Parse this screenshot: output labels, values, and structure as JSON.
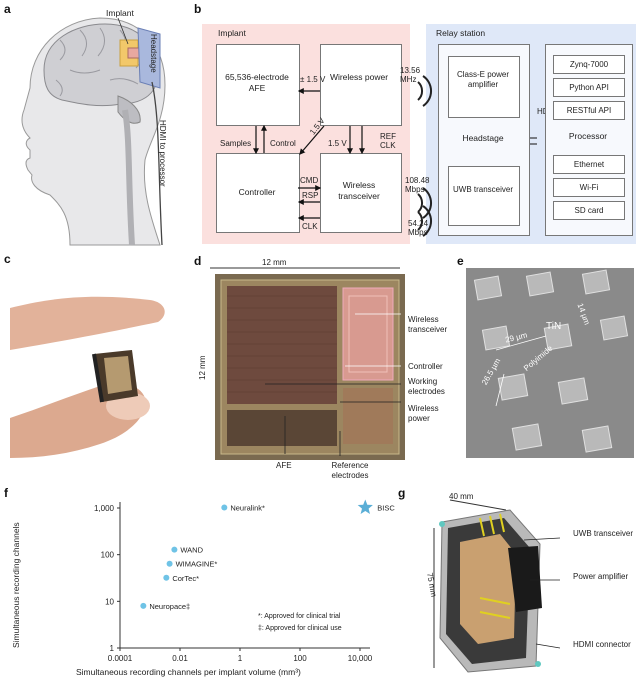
{
  "panels": {
    "a": "a",
    "b": "b",
    "c": "c",
    "d": "d",
    "e": "e",
    "f": "f",
    "g": "g"
  },
  "panel_a": {
    "implant": "Implant",
    "headstage": "Headstage",
    "hdmi": "HDMI to processor"
  },
  "panel_b": {
    "implant_title": "Implant",
    "relay_title": "Relay station",
    "afe": "65,536-electrode AFE",
    "wireless_power": "Wireless power",
    "controller": "Controller",
    "wireless_transceiver": "Wireless transceiver",
    "v15_a": "± 1.5 V",
    "v15_b": "1.5 V",
    "v15_c": "1.5 V",
    "samples": "Samples",
    "control": "Control",
    "ref_clk": "REF CLK",
    "cmd": "CMD",
    "rsp": "RSP",
    "clk": "CLK",
    "freq1": "13.56 MHz",
    "freq2": "108.48 Mbps",
    "freq3": "54.24 Mbps",
    "class_e": "Class-E power amplifier",
    "headstage": "Headstage",
    "uwb": "UWB transceiver",
    "hdmi": "HDMI",
    "zynq": "Zynq-7000",
    "python": "Python API",
    "restful": "RESTful API",
    "processor": "Processor",
    "ethernet": "Ethernet",
    "wifi": "Wi-Fi",
    "sdcard": "SD card"
  },
  "panel_d": {
    "width": "12 mm",
    "height": "12 mm",
    "wireless_transceiver": "Wireless transceiver",
    "controller": "Controller",
    "working_electrodes": "Working electrodes",
    "wireless_power": "Wireless power",
    "afe": "AFE",
    "reference_electrodes": "Reference electrodes"
  },
  "panel_e": {
    "tin": "TiN",
    "m29": "29 µm",
    "m14": "14 µm",
    "m265": "26.5 µm",
    "polyimide": "Polyimide"
  },
  "chart_data": {
    "type": "scatter",
    "xlabel": "Simultaneous recording channels per implant volume (mm³)",
    "ylabel": "Simultaneous recording channels",
    "x_scale": "log",
    "y_scale": "log",
    "xlim": [
      0.0001,
      10000
    ],
    "ylim": [
      1,
      1000
    ],
    "xticks": [
      "0.0001",
      "0.01",
      "1",
      "100",
      "10,000"
    ],
    "yticks": [
      "1",
      "10",
      "100",
      "1,000"
    ],
    "points": [
      {
        "label": "Neuralink*",
        "x": 0.3,
        "y": 1024
      },
      {
        "label": "BISC",
        "x": 15000,
        "y": 1024,
        "marker": "star"
      },
      {
        "label": "WAND",
        "x": 0.0065,
        "y": 128
      },
      {
        "label": "WIMAGINE*",
        "x": 0.0045,
        "y": 64
      },
      {
        "label": "CorTec*",
        "x": 0.0035,
        "y": 32
      },
      {
        "label": "Neuropace‡",
        "x": 0.0006,
        "y": 8
      }
    ],
    "legend": [
      "*: Approved for clinical trial",
      "‡: Approved for clinical use"
    ],
    "colors": {
      "point": "#6fc3e6",
      "star": "#5aaed6"
    }
  },
  "panel_g": {
    "w40": "40 mm",
    "h75": "75 mm",
    "uwb": "UWB transceiver",
    "pa": "Power amplifier",
    "hdmi": "HDMI connector"
  }
}
